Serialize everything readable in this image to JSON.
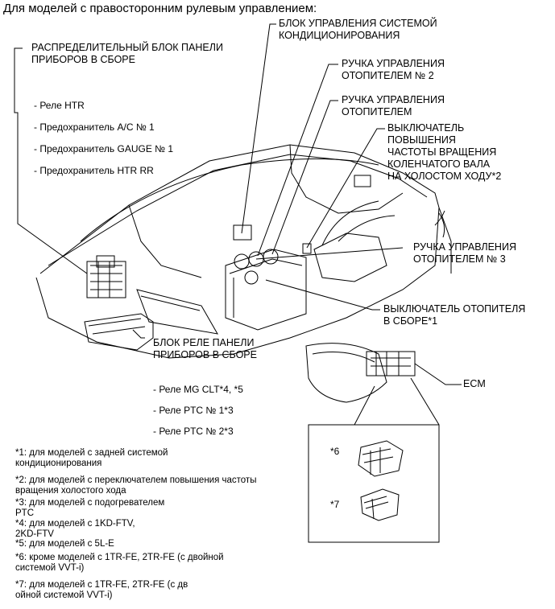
{
  "title": "Для моделей с правосторонним рулевым управлением:",
  "labels": {
    "ac_control_unit": "БЛОК УПРАВЛЕНИЯ СИСТЕМОЙ\nКОНДИЦИОНИРОВАНИЯ",
    "instrument_panel_junction_block": "РАСПРЕДЕЛИТЕЛЬНЫЙ БЛОК ПАНЕЛИ\nПРИБОРОВ В СБОРЕ",
    "heater_knob_2": "РУЧКА УПРАВЛЕНИЯ\nОТОПИТЕЛЕМ № 2",
    "heater_knob": "РУЧКА УПРАВЛЕНИЯ\nОТОПИТЕЛЕМ",
    "idle_up_switch": "ВЫКЛЮЧАТЕЛЬ\nПОВЫШЕНИЯ\nЧАСТОТЫ ВРАЩЕНИЯ\nКОЛЕНЧАТОГО ВАЛА\nНА ХОЛОСТОМ ХОДУ*2",
    "heater_knob_3": "РУЧКА УПРАВЛЕНИЯ\nОТОПИТЕЛЕМ № 3",
    "heater_switch": "ВЫКЛЮЧАТЕЛЬ ОТОПИТЕЛЯ\nВ СБОРЕ*1",
    "relay_block": "БЛОК РЕЛЕ ПАНЕЛИ\nПРИБОРОВ В СБОРЕ",
    "ecm": "ECM"
  },
  "junction_block_items": [
    "- Реле HTR",
    "- Предохранитель A/C № 1",
    "- Предохранитель GAUGE № 1",
    "- Предохранитель HTR RR"
  ],
  "relay_block_items": [
    "- Реле MG CLT*4, *5",
    "- Реле PTC № 1*3",
    "- Реле PTC № 2*3"
  ],
  "inset": {
    "marker_6": "*6",
    "marker_7": "*7"
  },
  "footnotes": [
    "*1: для моделей с задней системой\nкондиционирования",
    "*2: для моделей с переключателем повышения частоты\nвращения холостого хода",
    "*3: для моделей с подогревателем\nPTC",
    "*4: для моделей с 1KD-FTV,\n2KD-FTV",
    "*5: для моделей с 5L-E",
    "*6: кроме моделей с 1TR-FE, 2TR-FE (с двойной\nсистемой VVT-i)",
    "*7: для моделей с 1TR-FE, 2TR-FE (с дв\nойной системой VVT-i)"
  ]
}
